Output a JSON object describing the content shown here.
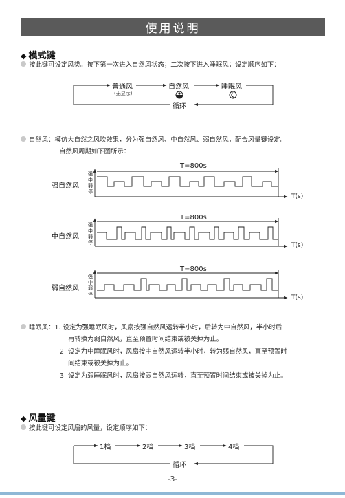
{
  "title": "使用说明",
  "mode": {
    "heading": "模式键",
    "intro": "按此键可设定风类。按下第一次进入自然风状态；二次按下进入睡眠风；设定顺序如下：",
    "flow": {
      "normal": "普通风",
      "normal_note": "(无显示)",
      "natural": "自然风",
      "sleep": "睡眠风",
      "cycle": "循环"
    }
  },
  "natural": {
    "label": "自然风：",
    "line1": "模仿大自然之风吹效果，分为强自然风、中自然风、弱自然风，配合风量键设定。",
    "line2": "自然风周期如下图所示：",
    "period": "T=800s",
    "t_axis": "T(s)",
    "levels": [
      "强",
      "中",
      "弱",
      "停"
    ],
    "waves": [
      {
        "name": "强自然风"
      },
      {
        "name": "中自然风"
      },
      {
        "name": "弱自然风"
      }
    ]
  },
  "sleep": {
    "label": "睡眠风：",
    "items": [
      "1. 设定为强睡眠风时，风扇按强自然风运转半小时，后转为中自然风，半小时后",
      "再转换为弱自然风，直至预置时间结束或被关掉为止。",
      "2. 设定为中睡眠风时，风扇按中自然风运转半小时，转为弱自然风，直至预置时",
      "间结束或被关掉为止。",
      "3. 设定为弱睡眠风时，风扇按弱自然风运转，直至预置时间结束或被关掉为止。"
    ]
  },
  "speed": {
    "heading": "风量键",
    "intro": "按此键可设定风扇的风量，设定顺序如下：",
    "steps": [
      "1档",
      "2档",
      "3档",
      "4档"
    ],
    "cycle": "循环"
  },
  "page_number": "-3-"
}
